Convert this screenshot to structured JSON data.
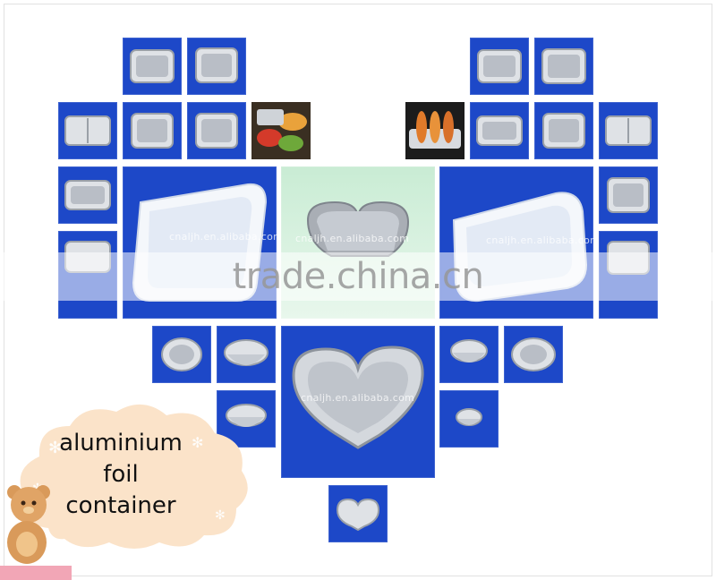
{
  "watermark_site": "cnaljh.en.alibaba.com",
  "watermark_trade": "trade.china.cn",
  "caption": {
    "line1": "aluminium",
    "line2": "foil",
    "line3": "container"
  },
  "colors": {
    "tile_blue": "#1d48c8",
    "cloud_fill": "#fbe3c9",
    "tray_silver": "#cfd3d8"
  },
  "icons": {
    "rect_tray": "rectangular-foil-tray",
    "round_bowl": "round-foil-bowl",
    "heart_tray": "heart-foil-tray",
    "food_photo": "food-photo",
    "bear": "teddy-bear-icon"
  }
}
